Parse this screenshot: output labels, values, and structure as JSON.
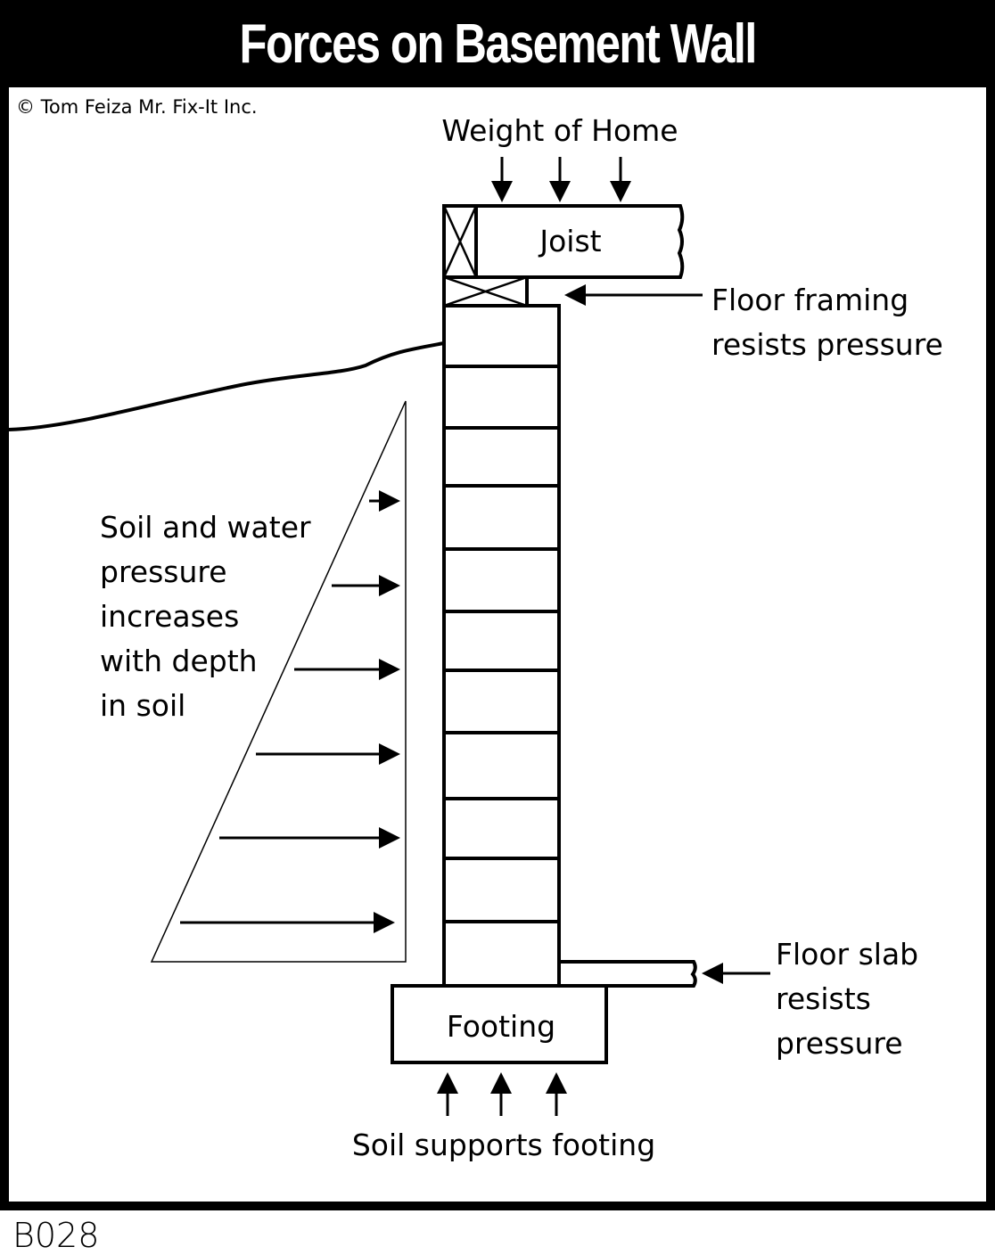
{
  "title": "Forces on Basement Wall",
  "copyright": "© Tom Feiza Mr. Fix-It Inc.",
  "labels": {
    "weight_of_home": "Weight of Home",
    "joist": "Joist",
    "floor_framing": [
      "Floor framing",
      "resists pressure"
    ],
    "soil_water": [
      "Soil and water",
      "pressure",
      "increases",
      "with depth",
      "in soil"
    ],
    "floor_slab": [
      "Floor slab",
      "resists",
      "pressure"
    ],
    "footing": "Footing",
    "soil_supports": "Soil supports footing"
  },
  "figure_code": "B028",
  "colors": {
    "ink": "#000000",
    "paper": "#ffffff"
  }
}
